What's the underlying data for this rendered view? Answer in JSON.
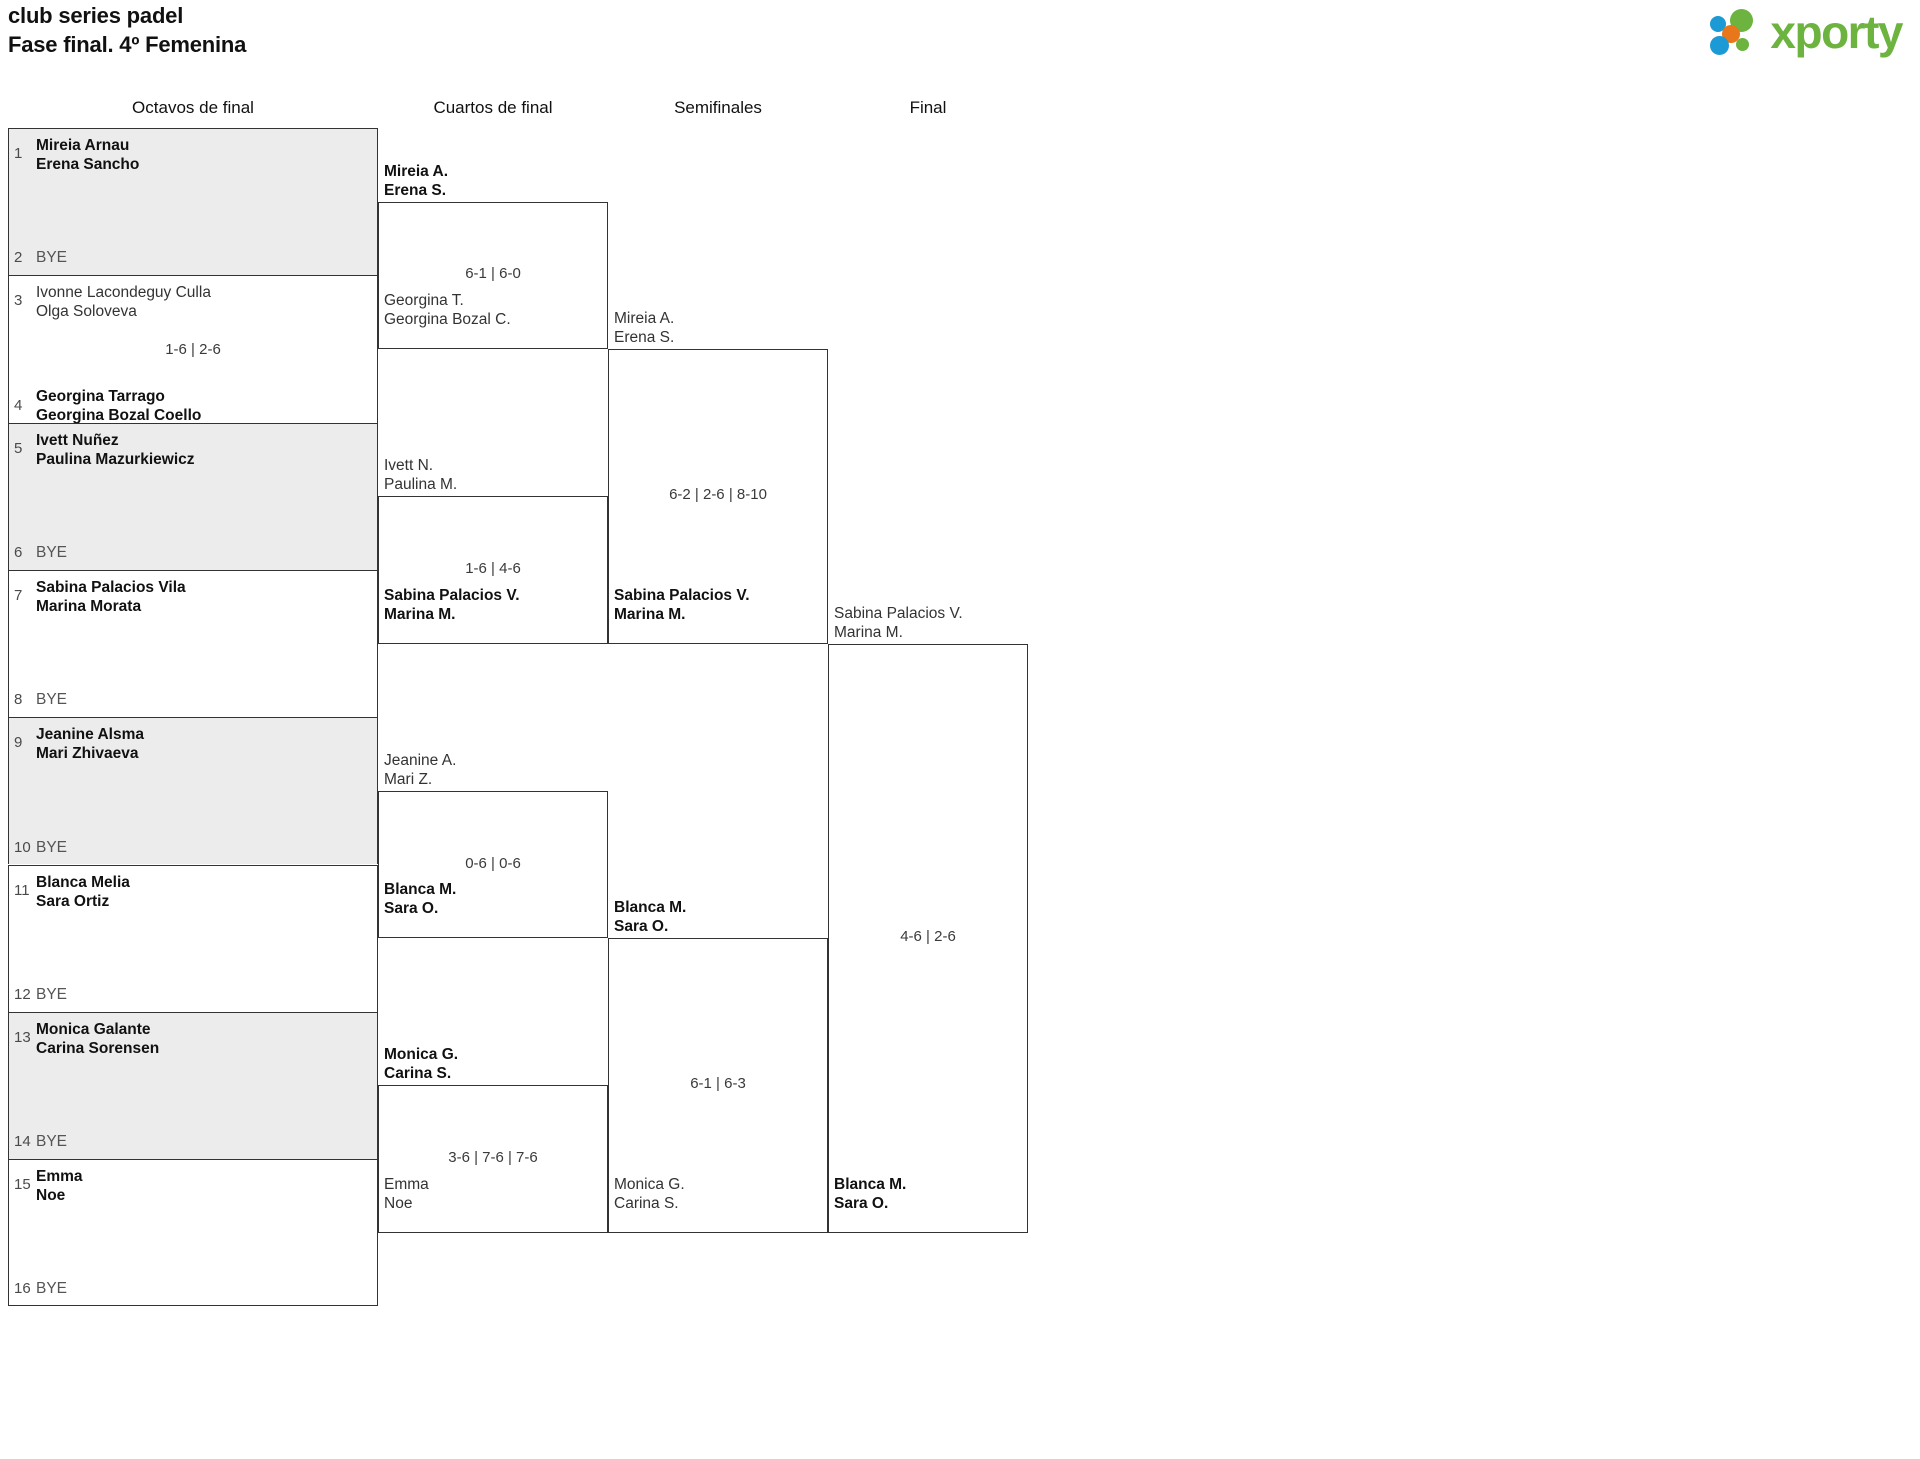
{
  "header": {
    "title_line1": "club series padel",
    "title_line2": "Fase final. 4º Femenina",
    "logo_word": "xporty"
  },
  "rounds": [
    {
      "label": "Octavos de final"
    },
    {
      "label": "Cuartos de final"
    },
    {
      "label": "Semifinales"
    },
    {
      "label": "Final"
    }
  ],
  "bracket": {
    "round1": [
      {
        "seed_top": "1",
        "top_p1": "Mireia Arnau",
        "top_p2": "Erena Sancho",
        "seed_bottom": "2",
        "bottom_p1": "BYE",
        "score": "",
        "winner": "top",
        "shaded": true
      },
      {
        "seed_top": "3",
        "top_p1": "Ivonne Lacondeguy Culla",
        "top_p2": "Olga Soloveva",
        "seed_bottom": "4",
        "bottom_p1": "Georgina Tarrago",
        "bottom_p2": "Georgina Bozal Coello",
        "score": "1-6 | 2-6",
        "winner": "bottom",
        "shaded": false
      },
      {
        "seed_top": "5",
        "top_p1": "Ivett Nuñez",
        "top_p2": "Paulina Mazurkiewicz",
        "seed_bottom": "6",
        "bottom_p1": "BYE",
        "score": "",
        "winner": "top",
        "shaded": true
      },
      {
        "seed_top": "7",
        "top_p1": "Sabina Palacios Vila",
        "top_p2": "Marina Morata",
        "seed_bottom": "8",
        "bottom_p1": "BYE",
        "score": "",
        "winner": "top",
        "shaded": false
      },
      {
        "seed_top": "9",
        "top_p1": "Jeanine Alsma",
        "top_p2": "Mari Zhivaeva",
        "seed_bottom": "10",
        "bottom_p1": "BYE",
        "score": "",
        "winner": "top",
        "shaded": true
      },
      {
        "seed_top": "11",
        "top_p1": "Blanca Melia",
        "top_p2": "Sara Ortiz",
        "seed_bottom": "12",
        "bottom_p1": "BYE",
        "score": "",
        "winner": "top",
        "shaded": false
      },
      {
        "seed_top": "13",
        "top_p1": "Monica Galante",
        "top_p2": "Carina Sorensen",
        "seed_bottom": "14",
        "bottom_p1": "BYE",
        "score": "",
        "winner": "top",
        "shaded": true
      },
      {
        "seed_top": "15",
        "top_p1": "Emma",
        "top_p2": "Noe",
        "seed_bottom": "16",
        "bottom_p1": "BYE",
        "score": "",
        "winner": "top",
        "shaded": false
      }
    ],
    "round2": [
      {
        "top_p1": "Mireia A.",
        "top_p2": "Erena S.",
        "bottom_p1": "Georgina T.",
        "bottom_p2": "Georgina Bozal C.",
        "score": "6-1 | 6-0",
        "winner": "top"
      },
      {
        "top_p1": "Ivett N.",
        "top_p2": "Paulina M.",
        "bottom_p1": "Sabina Palacios V.",
        "bottom_p2": "Marina M.",
        "score": "1-6 | 4-6",
        "winner": "bottom"
      },
      {
        "top_p1": "Jeanine A.",
        "top_p2": "Mari Z.",
        "bottom_p1": "Blanca M.",
        "bottom_p2": "Sara O.",
        "score": "0-6 | 0-6",
        "winner": "bottom"
      },
      {
        "top_p1": "Monica G.",
        "top_p2": "Carina S.",
        "bottom_p1": "Emma",
        "bottom_p2": "Noe",
        "score": "3-6 | 7-6 | 7-6",
        "winner": "top"
      }
    ],
    "round3": [
      {
        "top_p1": "Mireia A.",
        "top_p2": "Erena S.",
        "bottom_p1": "Sabina Palacios V.",
        "bottom_p2": "Marina M.",
        "score": "6-2 | 2-6 | 8-10",
        "winner": "bottom"
      },
      {
        "top_p1": "Blanca M.",
        "top_p2": "Sara O.",
        "bottom_p1": "Monica G.",
        "bottom_p2": "Carina S.",
        "score": "6-1 | 6-3",
        "winner": "top"
      }
    ],
    "round4": [
      {
        "top_p1": "Sabina Palacios V.",
        "top_p2": "Marina M.",
        "bottom_p1": "Blanca M.",
        "bottom_p2": "Sara O.",
        "score": "4-6 | 2-6",
        "winner": "bottom"
      }
    ]
  },
  "colors": {
    "shade": "#ececec",
    "line": "#333333",
    "brand_green": "#6cb33f",
    "brand_blue": "#1b9ad6",
    "brand_orange": "#e8761a"
  }
}
